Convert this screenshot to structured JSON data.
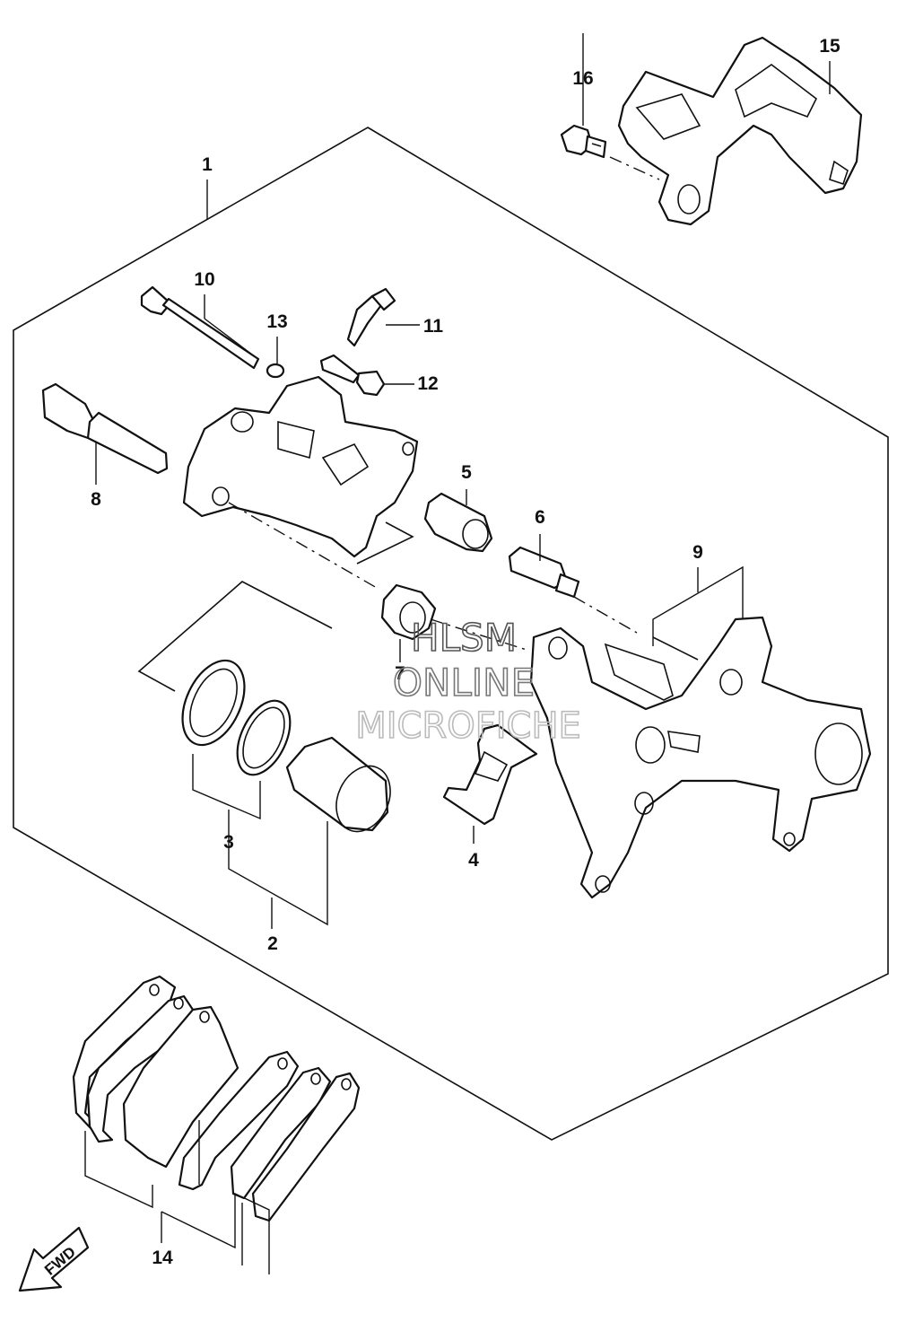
{
  "callouts": {
    "c1": "1",
    "c2": "2",
    "c3": "3",
    "c4": "4",
    "c5": "5",
    "c6": "6",
    "c7": "7",
    "c8": "8",
    "c9": "9",
    "c10": "10",
    "c11": "11",
    "c12": "12",
    "c13": "13",
    "c14": "14",
    "c15": "15",
    "c16": "16"
  },
  "watermark": {
    "line1": "HLSM",
    "line2": "ONLINE",
    "line3": "MICROFICHE"
  },
  "direction_label": "FWD"
}
